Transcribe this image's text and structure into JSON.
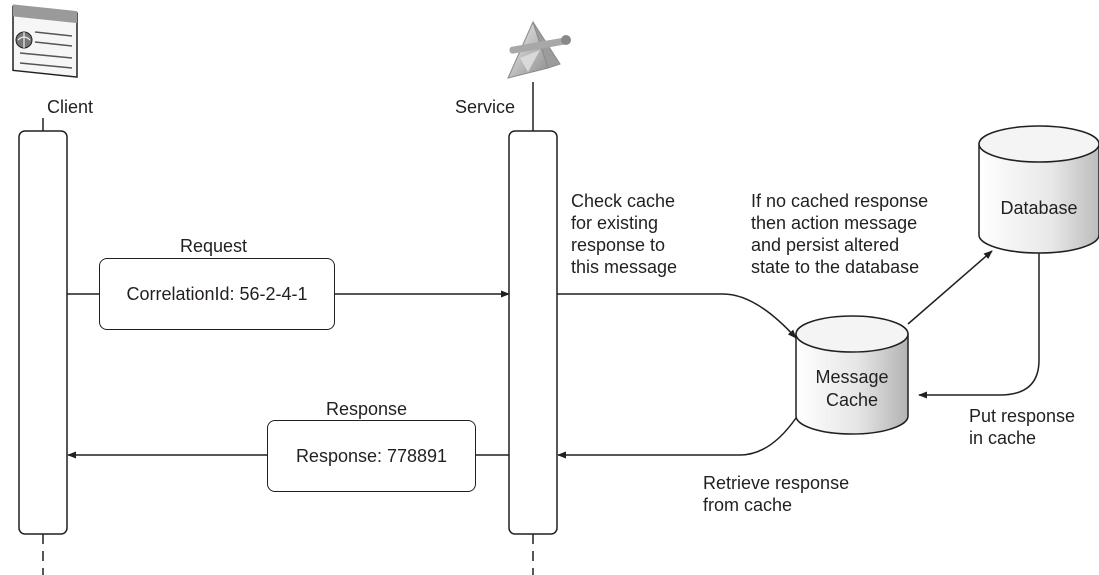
{
  "participants": {
    "client": {
      "label": "Client",
      "icon": "web-page-icon"
    },
    "service": {
      "label": "Service",
      "icon": "service-prism-icon"
    }
  },
  "request": {
    "title": "Request",
    "box_text": "CorrelationId: 56-2-4-1"
  },
  "response": {
    "title": "Response",
    "box_text": "Response: 778891"
  },
  "notes": {
    "check_cache": "Check cache\nfor existing\nresponse to\nthis message",
    "no_cache": "If no cached response\nthen action message\nand persist altered\nstate to the database",
    "put_response": "Put response\nin cache",
    "retrieve": "Retrieve response\nfrom cache"
  },
  "stores": {
    "message_cache": {
      "line1": "Message",
      "line2": "Cache"
    },
    "database": {
      "label": "Database"
    }
  },
  "colors": {
    "line": "#231f20",
    "cylinder_light": "#ffffff",
    "cylinder_dark": "#b3b3b3"
  }
}
